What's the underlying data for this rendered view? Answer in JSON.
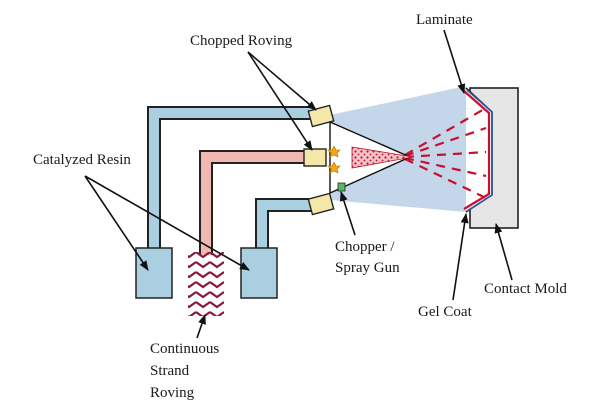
{
  "labels": {
    "chopped_roving": "Chopped Roving",
    "laminate": "Laminate",
    "catalyzed_resin": "Catalyzed Resin",
    "chopper_line1": "Chopper /",
    "chopper_line2": "Spray Gun",
    "contact_mold": "Contact Mold",
    "gel_coat": "Gel Coat",
    "roving_line1": "Continuous",
    "roving_line2": "Strand",
    "roving_line3": "Roving"
  },
  "colors": {
    "resin_blue": "#a9cfe0",
    "roving_pink": "#f0b8b0",
    "spray_cone": "#c4d6ea",
    "fiber_dash": "#c8102e",
    "roving_stripe": "#8b1a3a",
    "mold_gray": "#e6e6e6",
    "gun_yellow": "#f4e8a8",
    "gel_green": "#57b86a"
  }
}
